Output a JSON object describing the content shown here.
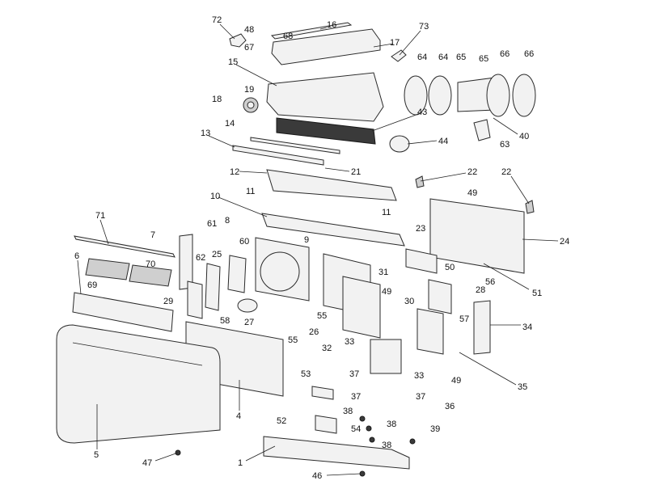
{
  "callouts": [
    {
      "id": "c72",
      "text": "72"
    },
    {
      "id": "c16",
      "text": "16"
    },
    {
      "id": "c73",
      "text": "73"
    },
    {
      "id": "c48",
      "text": "48"
    },
    {
      "id": "c68",
      "text": "68"
    },
    {
      "id": "c67",
      "text": "67"
    },
    {
      "id": "c17",
      "text": "17"
    },
    {
      "id": "c15",
      "text": "15"
    },
    {
      "id": "c19",
      "text": "19"
    },
    {
      "id": "c18",
      "text": "18"
    },
    {
      "id": "c14",
      "text": "14"
    },
    {
      "id": "c13",
      "text": "13"
    },
    {
      "id": "c43",
      "text": "43"
    },
    {
      "id": "c44",
      "text": "44"
    },
    {
      "id": "c64a",
      "text": "64"
    },
    {
      "id": "c64b",
      "text": "64"
    },
    {
      "id": "c65a",
      "text": "65"
    },
    {
      "id": "c65b",
      "text": "65"
    },
    {
      "id": "c66a",
      "text": "66"
    },
    {
      "id": "c66b",
      "text": "66"
    },
    {
      "id": "c40",
      "text": "40"
    },
    {
      "id": "c63",
      "text": "63"
    },
    {
      "id": "c12",
      "text": "12"
    },
    {
      "id": "c21",
      "text": "21"
    },
    {
      "id": "c22a",
      "text": "22"
    },
    {
      "id": "c22b",
      "text": "22"
    },
    {
      "id": "c10",
      "text": "10"
    },
    {
      "id": "c11a",
      "text": "11"
    },
    {
      "id": "c11b",
      "text": "11"
    },
    {
      "id": "c49a",
      "text": "49"
    },
    {
      "id": "c71",
      "text": "71"
    },
    {
      "id": "c7",
      "text": "7"
    },
    {
      "id": "c8",
      "text": "8"
    },
    {
      "id": "c9",
      "text": "9"
    },
    {
      "id": "c23",
      "text": "23"
    },
    {
      "id": "c24",
      "text": "24"
    },
    {
      "id": "c6",
      "text": "6"
    },
    {
      "id": "c70",
      "text": "70"
    },
    {
      "id": "c69",
      "text": "69"
    },
    {
      "id": "c61",
      "text": "61"
    },
    {
      "id": "c60",
      "text": "60"
    },
    {
      "id": "c62",
      "text": "62"
    },
    {
      "id": "c25",
      "text": "25"
    },
    {
      "id": "c31",
      "text": "31"
    },
    {
      "id": "c50",
      "text": "50"
    },
    {
      "id": "c56",
      "text": "56"
    },
    {
      "id": "c51",
      "text": "51"
    },
    {
      "id": "c28",
      "text": "28"
    },
    {
      "id": "c49b",
      "text": "49"
    },
    {
      "id": "c30",
      "text": "30"
    },
    {
      "id": "c29",
      "text": "29"
    },
    {
      "id": "c58",
      "text": "58"
    },
    {
      "id": "c27",
      "text": "27"
    },
    {
      "id": "c55a",
      "text": "55"
    },
    {
      "id": "c26",
      "text": "26"
    },
    {
      "id": "c55b",
      "text": "55"
    },
    {
      "id": "c32",
      "text": "32"
    },
    {
      "id": "c33a",
      "text": "33"
    },
    {
      "id": "c57",
      "text": "57"
    },
    {
      "id": "c34",
      "text": "34"
    },
    {
      "id": "c33b",
      "text": "33"
    },
    {
      "id": "c49c",
      "text": "49"
    },
    {
      "id": "c35",
      "text": "35"
    },
    {
      "id": "c36",
      "text": "36"
    },
    {
      "id": "c53",
      "text": "53"
    },
    {
      "id": "c37a",
      "text": "37"
    },
    {
      "id": "c37b",
      "text": "37"
    },
    {
      "id": "c37c",
      "text": "37"
    },
    {
      "id": "c38a",
      "text": "38"
    },
    {
      "id": "c38b",
      "text": "38"
    },
    {
      "id": "c38c",
      "text": "38"
    },
    {
      "id": "c39",
      "text": "39"
    },
    {
      "id": "c52",
      "text": "52"
    },
    {
      "id": "c54",
      "text": "54"
    },
    {
      "id": "c4",
      "text": "4"
    },
    {
      "id": "c5",
      "text": "5"
    },
    {
      "id": "c47",
      "text": "47"
    },
    {
      "id": "c1",
      "text": "1"
    },
    {
      "id": "c46",
      "text": "46"
    }
  ]
}
